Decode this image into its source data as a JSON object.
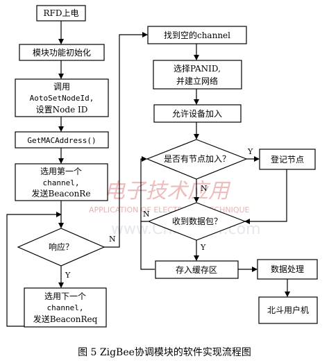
{
  "nodes": {
    "rfd_power": "RFD上电",
    "module_init": "模块功能初始化",
    "call_1": "调用",
    "call_2": "AotoSetNodeId,",
    "call_3": "设置Node ID",
    "getmac": "GetMACAddress()",
    "first_ch_1": "选用第一个",
    "first_ch_2": "channel,",
    "first_ch_3": "发送BeaconRe",
    "response": "响应？",
    "next_ch_1": "选用下一个",
    "next_ch_2": "channel,",
    "next_ch_3": "发送BeaconReq",
    "found_channel": "找到空的channel",
    "panid_1": "选择PANID,",
    "panid_2": "并建立网络",
    "allow_join": "允许设备加入",
    "node_joined": "是否有节点加入？",
    "register_node": "登记节点",
    "packet_received": "收到数据包？",
    "store_cache": "存入缓存区",
    "data_process": "数据处理",
    "beidou_user": "北斗用户机"
  },
  "edge_labels": {
    "response_no": "N",
    "response_yes": "Y",
    "joined_yes": "Y",
    "joined_no": "N",
    "packet_no": "N",
    "packet_yes": "Y"
  },
  "watermark": {
    "cn": "电子技术应用",
    "en": "APPLICATION OF ELECTRONIC TECHNIQUE",
    "url": "www.ChinaAET.com"
  },
  "caption": "图 5   ZigBee协调模块的软件实现流程图"
}
